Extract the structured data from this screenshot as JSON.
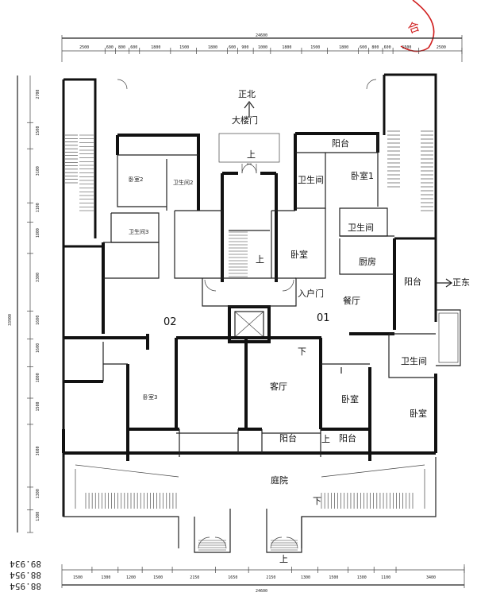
{
  "north_label": "正北",
  "east_label": "正东",
  "main_door_label": "大楼门",
  "entry_door_label": "入户门",
  "up_mark": "上",
  "down_mark": "下",
  "unit_right": "01",
  "unit_left": "02",
  "stamp_text": "合",
  "rooms_right": {
    "balcony_top": "阳台",
    "bedroom1": "卧室1",
    "bath_top": "卫生间",
    "bath_mid": "卫生间",
    "bedroom_a": "卧室",
    "kitchen": "厨房",
    "dining": "餐厅",
    "balcony_east": "阳台",
    "bath_low": "卫生间",
    "living": "客厅",
    "bedroom_b": "卧室",
    "bedroom_c": "卧室",
    "balcony_s1": "阳台",
    "balcony_s2": "阳台",
    "courtyard": "庭院"
  },
  "rooms_left_mirrored": {
    "bedroom2": "卧室2",
    "bath2": "卫生间2",
    "bath3": "卫生间3",
    "bedroom3": "卧室3"
  },
  "dims_top": [
    "2500",
    "600",
    "800",
    "600",
    "1800",
    "1500",
    "1800",
    "600",
    "900",
    "1000",
    "1800",
    "1500",
    "1800",
    "600",
    "800",
    "600",
    "1500",
    "2500"
  ],
  "dims_top_total": "24600",
  "dims_bottom": [
    "1500",
    "1300",
    "1200",
    "1500",
    "2150",
    "1650",
    "2150",
    "1300",
    "1500",
    "1300",
    "1100",
    "3400"
  ],
  "dims_bottom_total": "24600",
  "dims_left": [
    "2700",
    "1500",
    "3100",
    "1100",
    "1800",
    "3300",
    "1600",
    "1600",
    "1800",
    "1500",
    "3600",
    "1300",
    "1300"
  ],
  "dims_left_total": "33900",
  "side_notes": [
    "89.934",
    "88.954",
    "88.954"
  ]
}
